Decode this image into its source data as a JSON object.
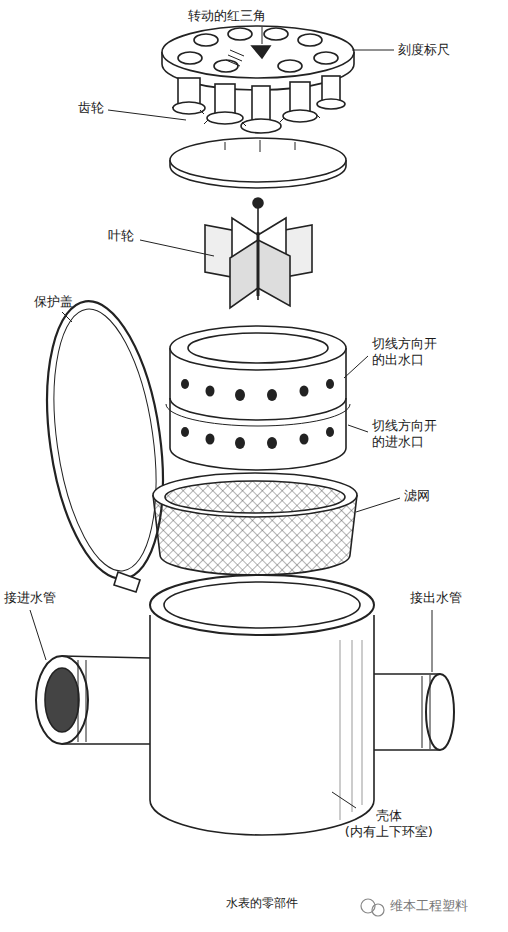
{
  "diagram": {
    "caption": "水表的零部件",
    "labels": [
      "转动的红三角",
      "刻度标尺",
      "齿轮",
      "叶轮",
      "保护盖",
      "切线方向开的出水口",
      "切线方向开的进水口",
      "滤网",
      "接进水管",
      "接出水管",
      "壳体 (内有上下环室)",
      "维本工程塑料"
    ]
  }
}
